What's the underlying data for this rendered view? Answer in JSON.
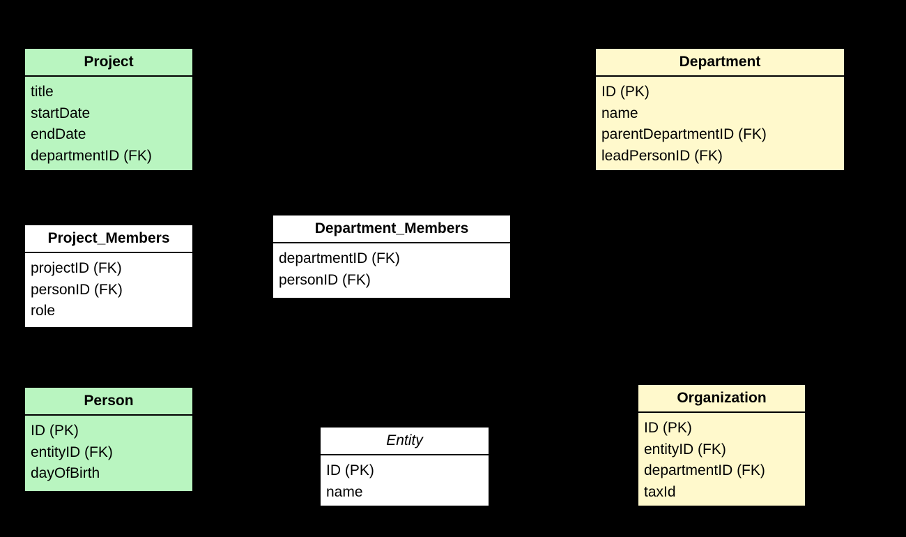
{
  "diagram": {
    "type": "entity-relationship-diagram",
    "background_color": "#000000",
    "palette": {
      "green": "#b9f5c0",
      "yellow": "#fff9cc",
      "white": "#ffffff",
      "border": "#000000",
      "text": "#000000"
    }
  },
  "entities": [
    {
      "name": "Project",
      "title": "Project",
      "fill": "green",
      "abstract": false,
      "attributes": [
        "title",
        "startDate",
        "endDate",
        "departmentID (FK)"
      ]
    },
    {
      "name": "Department",
      "title": "Department",
      "fill": "yellow",
      "abstract": false,
      "attributes": [
        "ID (PK)",
        "name",
        "parentDepartmentID (FK)",
        "leadPersonID (FK)"
      ]
    },
    {
      "name": "Project_Members",
      "title": "Project_Members",
      "fill": "white",
      "abstract": false,
      "attributes": [
        "projectID (FK)",
        "personID (FK)",
        "role"
      ]
    },
    {
      "name": "Department_Members",
      "title": "Department_Members",
      "fill": "white",
      "abstract": false,
      "attributes": [
        "departmentID (FK)",
        "personID (FK)"
      ]
    },
    {
      "name": "Person",
      "title": "Person",
      "fill": "green",
      "abstract": false,
      "attributes": [
        "ID (PK)",
        "entityID (FK)",
        "dayOfBirth"
      ]
    },
    {
      "name": "Entity",
      "title": "Entity",
      "fill": "white",
      "abstract": true,
      "attributes": [
        "ID (PK)",
        "name"
      ]
    },
    {
      "name": "Organization",
      "title": "Organization",
      "fill": "yellow",
      "abstract": false,
      "attributes": [
        "ID (PK)",
        "entityID (FK)",
        "departmentID (FK)",
        "taxId"
      ]
    }
  ]
}
